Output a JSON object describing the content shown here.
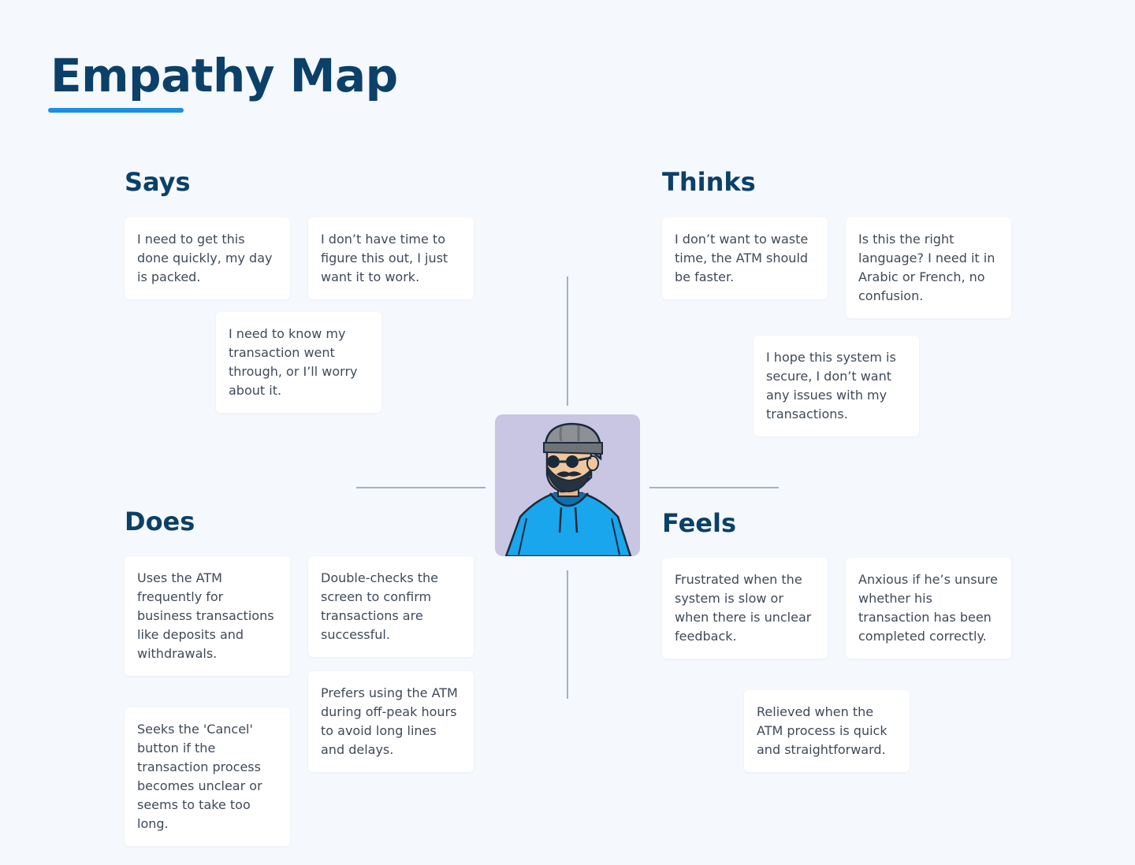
{
  "title": "Empathy Map",
  "colors": {
    "title": "#0b4068",
    "accent": "#1e8fe0",
    "background": "#f5f8fc",
    "card": "#ffffff",
    "card_text": "#3f4a57",
    "avatar_bg": "#c9c6e3",
    "hoodie": "#1aa6ec"
  },
  "persona": {
    "icon": "bearded-man-beanie-hoodie-illustration"
  },
  "quadrants": {
    "says": {
      "title": "Says",
      "notes": [
        "I need to get this done quickly, my day is packed.",
        "I don’t have time to figure this out, I just want it to work.",
        "I need to know my transaction went through, or I’ll worry about it."
      ]
    },
    "thinks": {
      "title": "Thinks",
      "notes": [
        "I don’t want to waste time, the ATM should be faster.",
        "Is this the right language? I need it in Arabic or French, no confusion.",
        "I hope this system is secure, I don’t want any issues with my transactions."
      ]
    },
    "does": {
      "title": "Does",
      "notes": [
        "Uses the ATM frequently for business transactions like deposits and withdrawals.",
        "Double-checks the screen to confirm transactions are successful.",
        "Seeks the 'Cancel' button if the transaction process becomes unclear or seems to take too long.",
        "Prefers using the ATM during off-peak hours to avoid long lines and delays."
      ]
    },
    "feels": {
      "title": "Feels",
      "notes": [
        "Frustrated when the system is slow or when there is unclear feedback.",
        "Anxious if he’s unsure whether his transaction has been completed correctly.",
        "Relieved when the ATM process is quick and straightforward."
      ]
    }
  }
}
